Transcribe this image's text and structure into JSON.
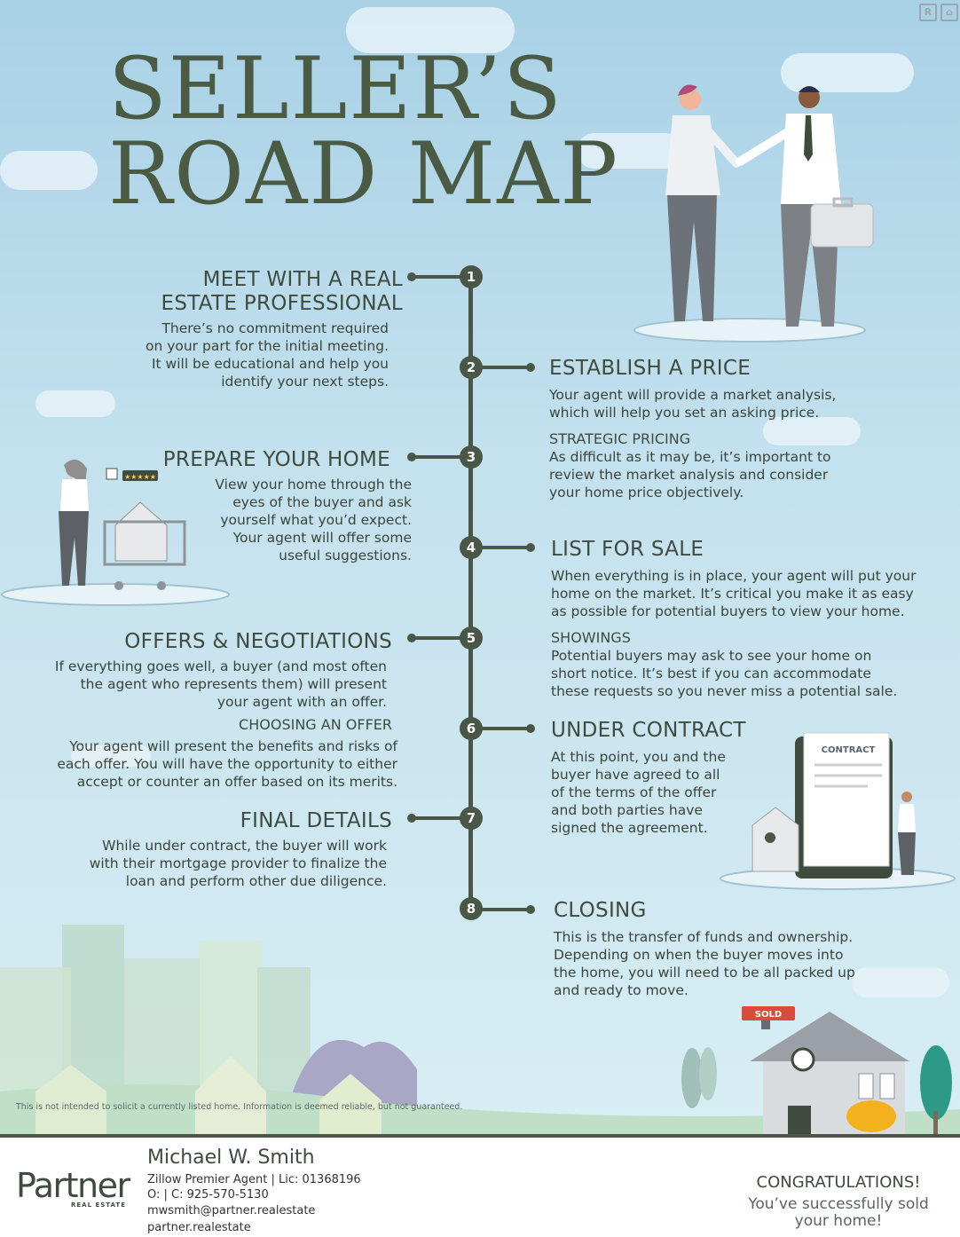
{
  "title": {
    "line1": "SELLER’S",
    "line2": "ROAD MAP"
  },
  "steps": [
    {
      "num": "1",
      "heading_line1": "MEET WITH A REAL",
      "heading_line2": "ESTATE PROFESSIONAL",
      "body": [
        "There’s no commitment required",
        "on your part for the initial meeting.",
        "It will be educational and help you",
        "identify your next steps."
      ]
    },
    {
      "num": "2",
      "heading": "ESTABLISH A PRICE",
      "body": [
        "Your agent will provide a market analysis,",
        "which will help you set an asking price."
      ],
      "sub_heading": "STRATEGIC PRICING",
      "sub_body": [
        "As difficult as it may be, it’s important to",
        "review the market analysis and consider",
        "your home price objectively."
      ]
    },
    {
      "num": "3",
      "heading": "PREPARE YOUR HOME",
      "body": [
        "View your home through the",
        "eyes of the buyer and ask",
        "yourself what you’d expect.",
        "Your agent will offer some",
        "useful suggestions."
      ]
    },
    {
      "num": "4",
      "heading": "LIST FOR SALE",
      "body": [
        "When everything is in place, your agent will put your",
        "home on the market. It’s critical you make it as easy",
        "as possible for potential buyers to view your home."
      ],
      "sub_heading": "SHOWINGS",
      "sub_body": [
        "Potential buyers may ask to see your home on",
        "short notice. It’s best if you can accommodate",
        "these requests so you never miss a potential sale."
      ]
    },
    {
      "num": "5",
      "heading": "OFFERS & NEGOTIATIONS",
      "body": [
        "If everything goes well, a buyer (and most often",
        "the agent who represents them) will present",
        "your agent with an offer."
      ],
      "sub_heading": "CHOOSING AN OFFER",
      "sub_body": [
        "Your agent will present the benefits and risks of",
        "each offer. You will have the opportunity to either",
        "accept or counter an offer based on its merits."
      ]
    },
    {
      "num": "6",
      "heading": "UNDER CONTRACT",
      "body": [
        "At this point, you and the",
        "buyer have agreed to all",
        "of the terms of the offer",
        "and both parties have",
        "signed the agreement."
      ]
    },
    {
      "num": "7",
      "heading": "FINAL DETAILS",
      "body": [
        "While under contract, the buyer will work",
        "with their mortgage provider to finalize the",
        "loan and perform other due diligence."
      ]
    },
    {
      "num": "8",
      "heading": "CLOSING",
      "body": [
        "This is the transfer of funds and ownership.",
        "Depending on when the buyer moves into",
        "the home, you will need to be all packed up",
        "and ready to move."
      ]
    }
  ],
  "illustrations": {
    "contract_label": "CONTRACT",
    "sold_label": "SOLD",
    "rating_stars": "★★★★★"
  },
  "disclaimer": "This is not intended to solicit a currently listed home. Information is deemed reliable, but not guaranteed.",
  "agent": {
    "name": "Michael W. Smith",
    "title_line": "Zillow Premier Agent | Lic: 01368196",
    "phone_line": "O: | C: 925-570-5130",
    "email": "mwsmith@partner.realestate",
    "website": "partner.realestate"
  },
  "brand": {
    "logo_text": "Partner",
    "logo_subtext": "REAL ESTATE",
    "accent": "#4a5646"
  },
  "congrats": {
    "heading": "CONGRATULATIONS!",
    "line1": "You’ve successfully sold",
    "line2": "your home!"
  },
  "badges": {
    "realtor": "R",
    "equal_housing": "⌂"
  }
}
